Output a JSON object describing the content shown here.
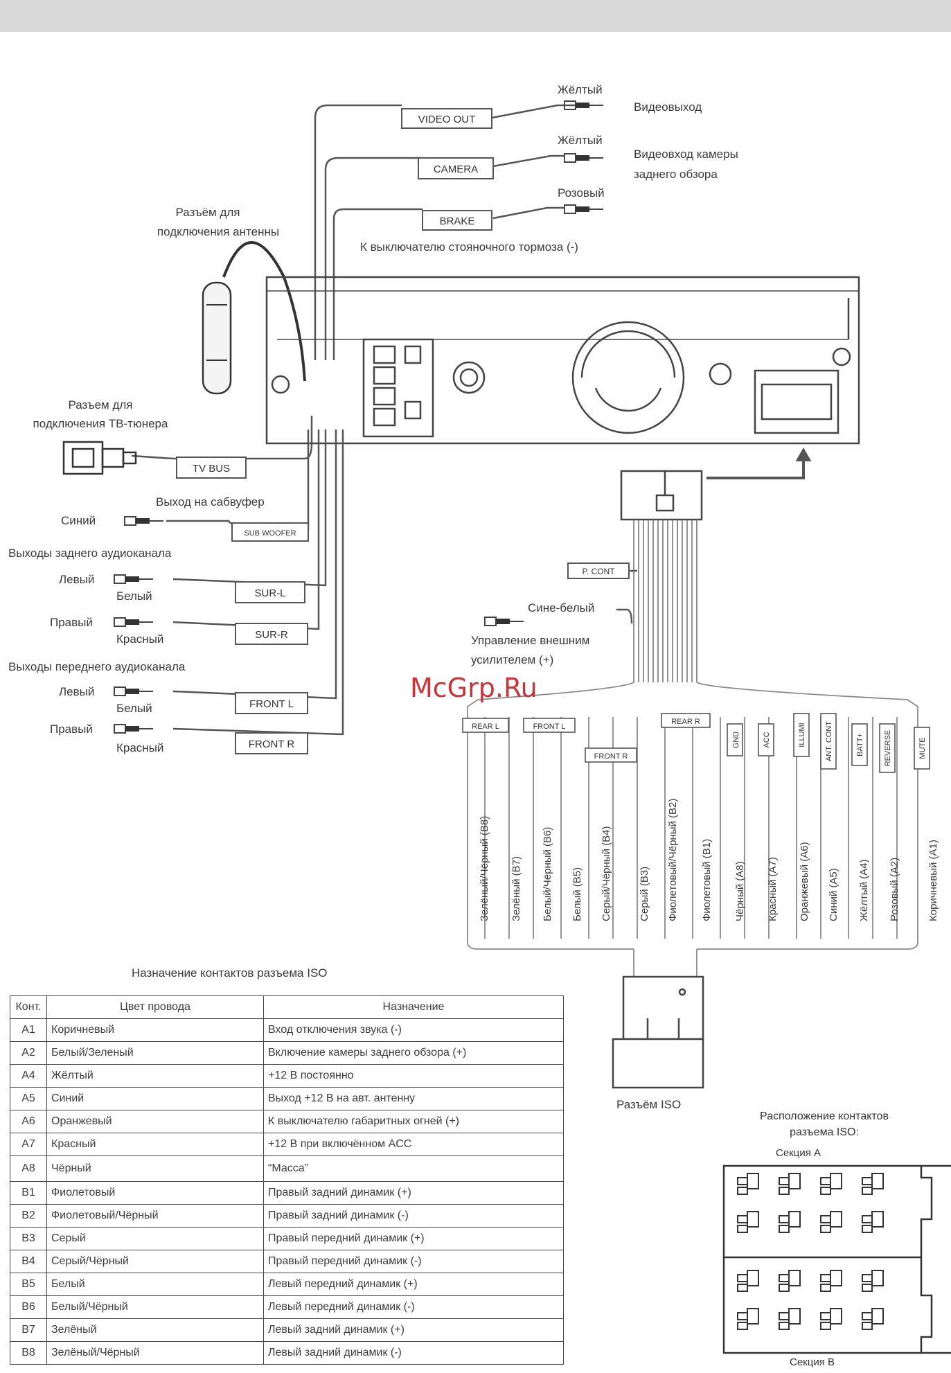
{
  "diagram": {
    "top_labels": {
      "yellow_1": "Жёлтый",
      "video_out_desc": "Видеовыход",
      "yellow_2": "Жёлтый",
      "camera_desc_1": "Видеовход камеры",
      "camera_desc_2": "заднего обзора",
      "pink": "Розовый",
      "brake_desc": "К выключателю стояночного тормоза (-)",
      "antenna_1": "Разъём для",
      "antenna_2": "подключения антенны",
      "tv_1": "Разъем для",
      "tv_2": "подключения ТВ-тюнера",
      "sub_out": "Выход на сабвуфер",
      "blue": "Синий",
      "rear_out": "Выходы заднего аудиоканала",
      "left_1": "Левый",
      "white_1": "Белый",
      "right_1": "Правый",
      "red_1": "Красный",
      "front_out": "Выходы переднего аудиоканала",
      "left_2": "Левый",
      "white_2": "Белый",
      "right_2": "Правый",
      "red_2": "Красный",
      "blue_white": "Сине-белый",
      "amp_1": "Управление внешним",
      "amp_2": "усилителем (+)"
    },
    "boxes": {
      "video_out": "VIDEO OUT",
      "camera": "CAMERA",
      "brake": "BRAKE",
      "tv_bus": "TV BUS",
      "sub_woofer": "SUB WOOFER",
      "sur_l": "SUR-L",
      "sur_r": "SUR-R",
      "front_l": "FRONT L",
      "front_r": "FRONT R",
      "p_cont": "P. CONT"
    },
    "harness_tags": {
      "rear_l": "REAR L",
      "front_l": "FRONT L",
      "front_r": "FRONT R",
      "rear_r": "REAR R",
      "gnd": "GND",
      "acc": "ACC",
      "illumi": "ILLUMI",
      "ant_cont": "ANT. CONT",
      "batt": "BATT+",
      "reverse": "REVERSE",
      "mute": "MUTE"
    },
    "wires": [
      "Зелёный/Чёрный (B8)",
      "Зелёный (B7)",
      "Белый/Чёрный (B6)",
      "Белый (B5)",
      "Серый/Чёрный (B4)",
      "Серый (B3)",
      "Фиолетовый/Чёрный (B2)",
      "Фиолетовый (B1)",
      "Чёрный (A8)",
      "Красный (A7)",
      "Оранжевый (A6)",
      "Синий (A5)",
      "Жёлтый (A4)",
      "Розовый (A2)",
      "Коричневый (A1)"
    ],
    "watermark": "McGrp.Ru"
  },
  "table": {
    "title": "Назначение контактов разъема ISO",
    "headers": [
      "Конт.",
      "Цвет провода",
      "Назначение"
    ],
    "rows": [
      [
        "A1",
        "Коричневый",
        "Вход отключения звука (-)"
      ],
      [
        "A2",
        "Белый/Зеленый",
        "Включение камеры заднего обзора (+)"
      ],
      [
        "A4",
        "Жёлтый",
        "+12 В постоянно"
      ],
      [
        "A5",
        "Синий",
        "Выход +12 В на авт. антенну"
      ],
      [
        "A6",
        "Оранжевый",
        "К выключателю габаритных огней (+)"
      ],
      [
        "A7",
        "Красный",
        "+12 В при включённом ACC"
      ],
      [
        "A8",
        "Чёрный",
        "“Масса”"
      ],
      [
        "B1",
        "Фиолетовый",
        "Правый задний динамик (+)"
      ],
      [
        "B2",
        "Фиолетовый/Чёрный",
        "Правый задний динамик (-)"
      ],
      [
        "B3",
        "Серый",
        "Правый передний динамик (+)"
      ],
      [
        "B4",
        "Серый/Чёрный",
        "Правый передний динамик (-)"
      ],
      [
        "B5",
        "Белый",
        "Левый передний динамик (+)"
      ],
      [
        "B6",
        "Белый/Чёрный",
        "Левый передний динамик (-)"
      ],
      [
        "B7",
        "Зелёный",
        "Левый задний динамик (+)"
      ],
      [
        "B8",
        "Зелёный/Чёрный",
        "Левый задний динамик (-)"
      ]
    ]
  },
  "iso_connector_label": "Разъём ISO",
  "pinout": {
    "title_1": "Расположение контактов",
    "title_2": "разъема ISO:",
    "section_a": "Секция A",
    "section_b": "Секция B"
  },
  "colors": {
    "line": "#555555",
    "watermark": "#c8343a",
    "header_bar": "#d9d9d9"
  }
}
